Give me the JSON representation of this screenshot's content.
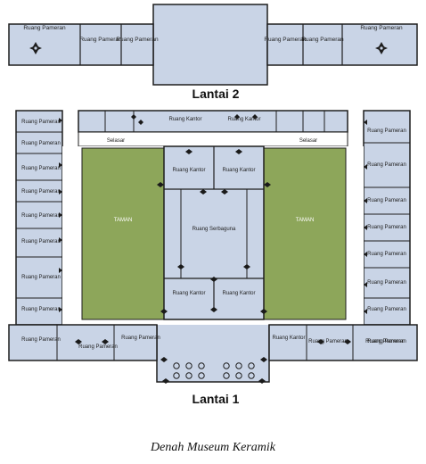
{
  "caption": "Denah Museum Keramik",
  "colors": {
    "room_fill": "#c9d4e6",
    "wall": "#1e1e1e",
    "courtyard": "#8da65a",
    "corridor": "#ffffff",
    "door_mark": "#1a1a1a"
  },
  "floor2": {
    "label": "Lantai 2",
    "rooms": [
      {
        "name": "room-f2-left-end",
        "label": "Ruang Pameran",
        "icon": "compass-icon"
      },
      {
        "name": "room-f2-left-1",
        "label": "Ruang Pameran"
      },
      {
        "name": "room-f2-left-2",
        "label": "Ruang Pameran"
      },
      {
        "name": "room-f2-right-1",
        "label": "Ruang Pameran"
      },
      {
        "name": "room-f2-right-2",
        "label": "Ruang Pameran"
      },
      {
        "name": "room-f2-right-end",
        "label": "Ruang Pameran",
        "icon": "compass-icon"
      }
    ]
  },
  "floor1": {
    "label": "Lantai 1",
    "left_wing": [
      "Ruang Pameran",
      "Ruang Pameran",
      "Ruang Pameran",
      "Ruang Pameran",
      "Ruang Pameran",
      "Ruang Pameran",
      "Ruang Pameran",
      "Ruang Pameran"
    ],
    "right_wing": [
      "Ruang Pameran",
      "Ruang Pameran",
      "Ruang Pameran",
      "Ruang Pameran",
      "Ruang Pameran",
      "Ruang Pameran",
      "Ruang Pameran",
      "Ruang Pameran"
    ],
    "top_offices": [
      "Ruang Kantor",
      "Ruang Kantor"
    ],
    "inner_offices": [
      "Ruang Kantor",
      "Ruang Kantor"
    ],
    "hall": "Ruang Serbaguna",
    "lower_offices": [
      "Ruang Kantor",
      "Ruang Kantor"
    ],
    "corridors": [
      "Selasar",
      "Selasar"
    ],
    "courtyards": [
      "TAMAN",
      "TAMAN"
    ],
    "bottom_left": [
      "Ruang Pameran",
      "Ruang Pameran",
      "Ruang Pameran"
    ],
    "bottom_right": [
      "Ruang Kantor",
      "Ruang Pameran",
      "Ruang Pameran"
    ]
  }
}
